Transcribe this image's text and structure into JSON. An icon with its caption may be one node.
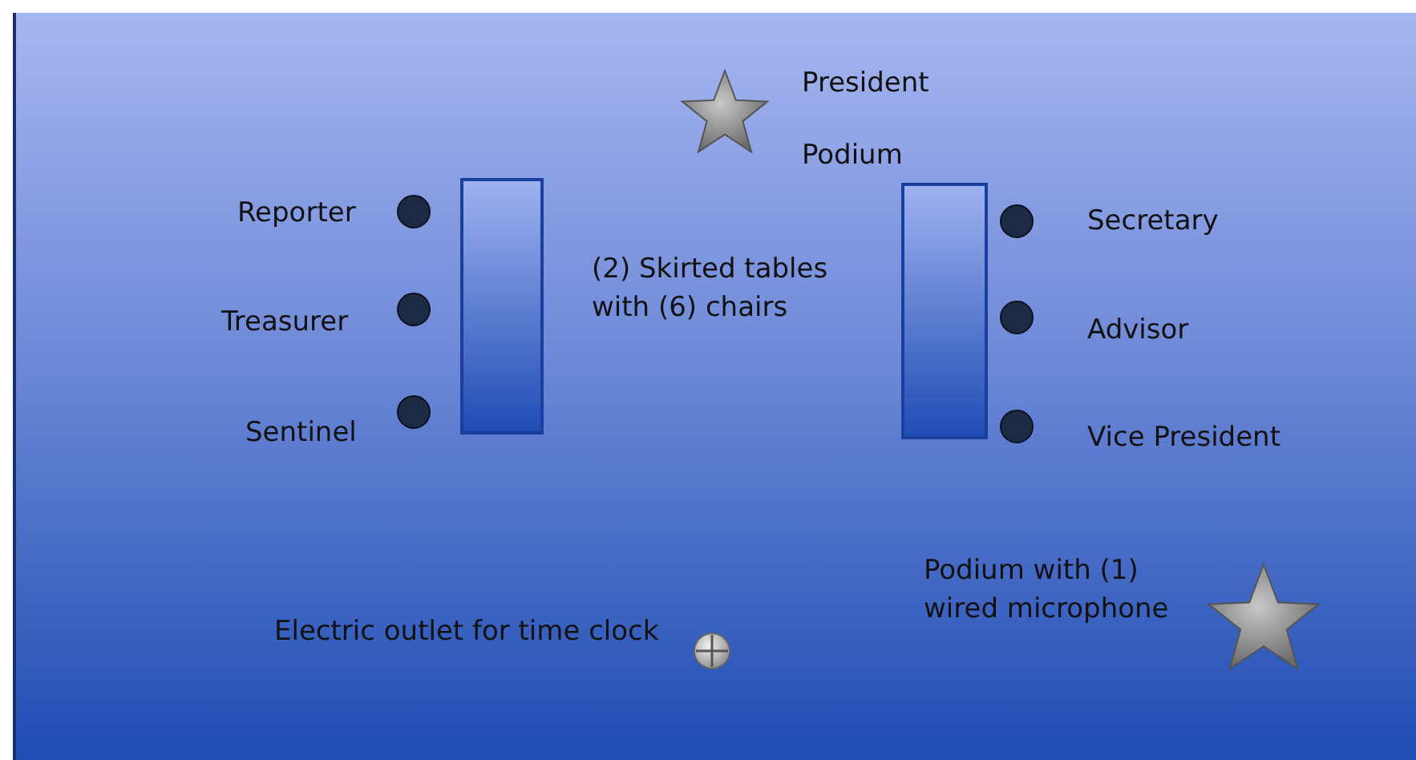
{
  "diagram": {
    "nodes": [
      {
        "text": [],
        "shape": "box"
      },
      {
        "text": [],
        "shape": "box"
      }
    ],
    "labels": [
      "President",
      "Podium",
      "Reporter",
      "Secretary",
      "(2) Skirted tables with (6) chairs",
      "Treasurer",
      "Advisor",
      "Sentinel",
      "Vice President",
      "Podium with (1) wired microphone",
      "Electric outlet for time clock"
    ]
  }
}
